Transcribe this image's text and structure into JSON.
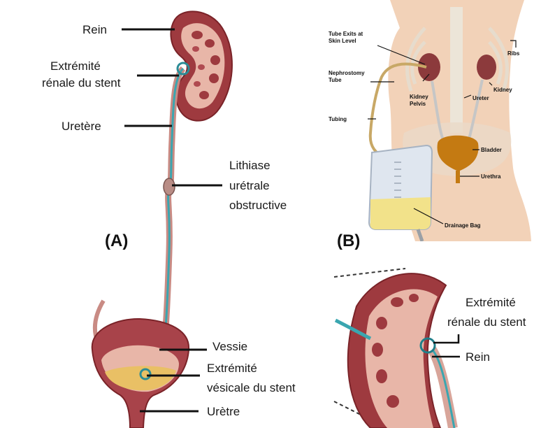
{
  "panel_a": {
    "tag": "(A)",
    "labels": {
      "rein": "Rein",
      "renal_end_1": "Extrémité",
      "renal_end_2": "rénale du stent",
      "uretere": "Uretère",
      "lithiase_1": "Lithiase",
      "lithiase_2": "urétrale",
      "lithiase_3": "obstructive",
      "vessie": "Vessie",
      "vesical_end_1": "Extrémité",
      "vesical_end_2": "vésicale du stent",
      "uretre": "Urètre"
    }
  },
  "panel_b": {
    "tag": "(B)",
    "labels": {
      "tube_exits_1": "Tube Exits at",
      "tube_exits_2": "Skin Level",
      "nephrostomy_1": "Nephrostomy",
      "nephrostomy_2": "Tube",
      "tubing": "Tubing",
      "kidney_pelvis_1": "Kidney",
      "kidney_pelvis_2": "Pelvis",
      "ribs": "Ribs",
      "kidney": "Kidney",
      "ureter": "Ureter",
      "bladder": "Bladder",
      "urethra": "Urethra",
      "drainage_bag": "Drainage Bag"
    }
  },
  "panel_c": {
    "labels": {
      "renal_end_1": "Extrémité",
      "renal_end_2": "rénale du stent",
      "rein": "Rein"
    }
  },
  "colors": {
    "kidney": "#9e3a3f",
    "kidney_inner": "#e8b6a8",
    "stent": "#3aa6b0",
    "skin": "#f2d2b8",
    "bladder_b": "#c47a12"
  }
}
